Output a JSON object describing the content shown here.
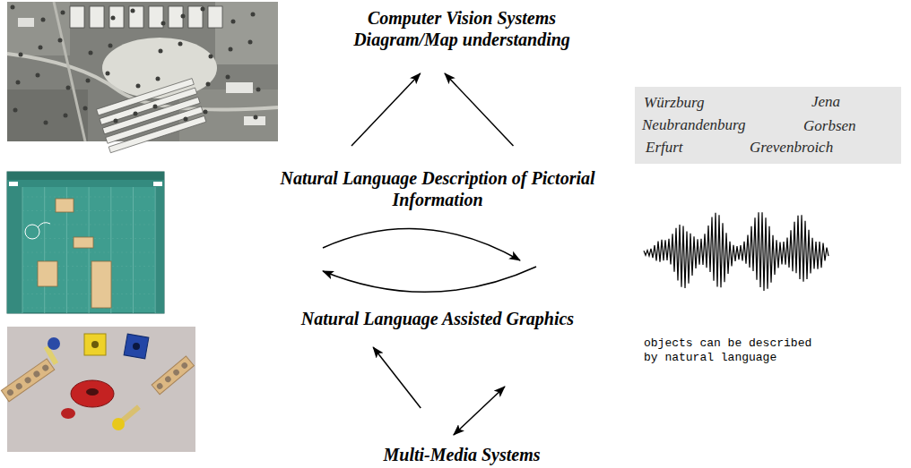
{
  "diagram": {
    "nodes": [
      {
        "text": [
          "Computer Vision Systems Diagram/Map understanding"
        ]
      },
      {
        "text": [
          "Natural Language Description of Pictorial Information"
        ]
      },
      {
        "text": [
          "Natural Language Assisted Graphics"
        ]
      },
      {
        "text": [
          "Multi-Media Systems"
        ]
      }
    ],
    "edges": [
      {
        "from": 1,
        "to": 0,
        "arrow": "to"
      },
      {
        "from": 1,
        "to": 0,
        "arrow": "to"
      },
      {
        "from": 3,
        "to": 2,
        "arrow": "to"
      },
      {
        "from": 3,
        "to": 2,
        "arrow": "both"
      }
    ],
    "labels": [
      "Würzburg",
      "Jena",
      "Neubrandenburg",
      "Gorbsen",
      "Erfurt",
      "Grevenbroich",
      "objects can be described by natural language"
    ]
  }
}
